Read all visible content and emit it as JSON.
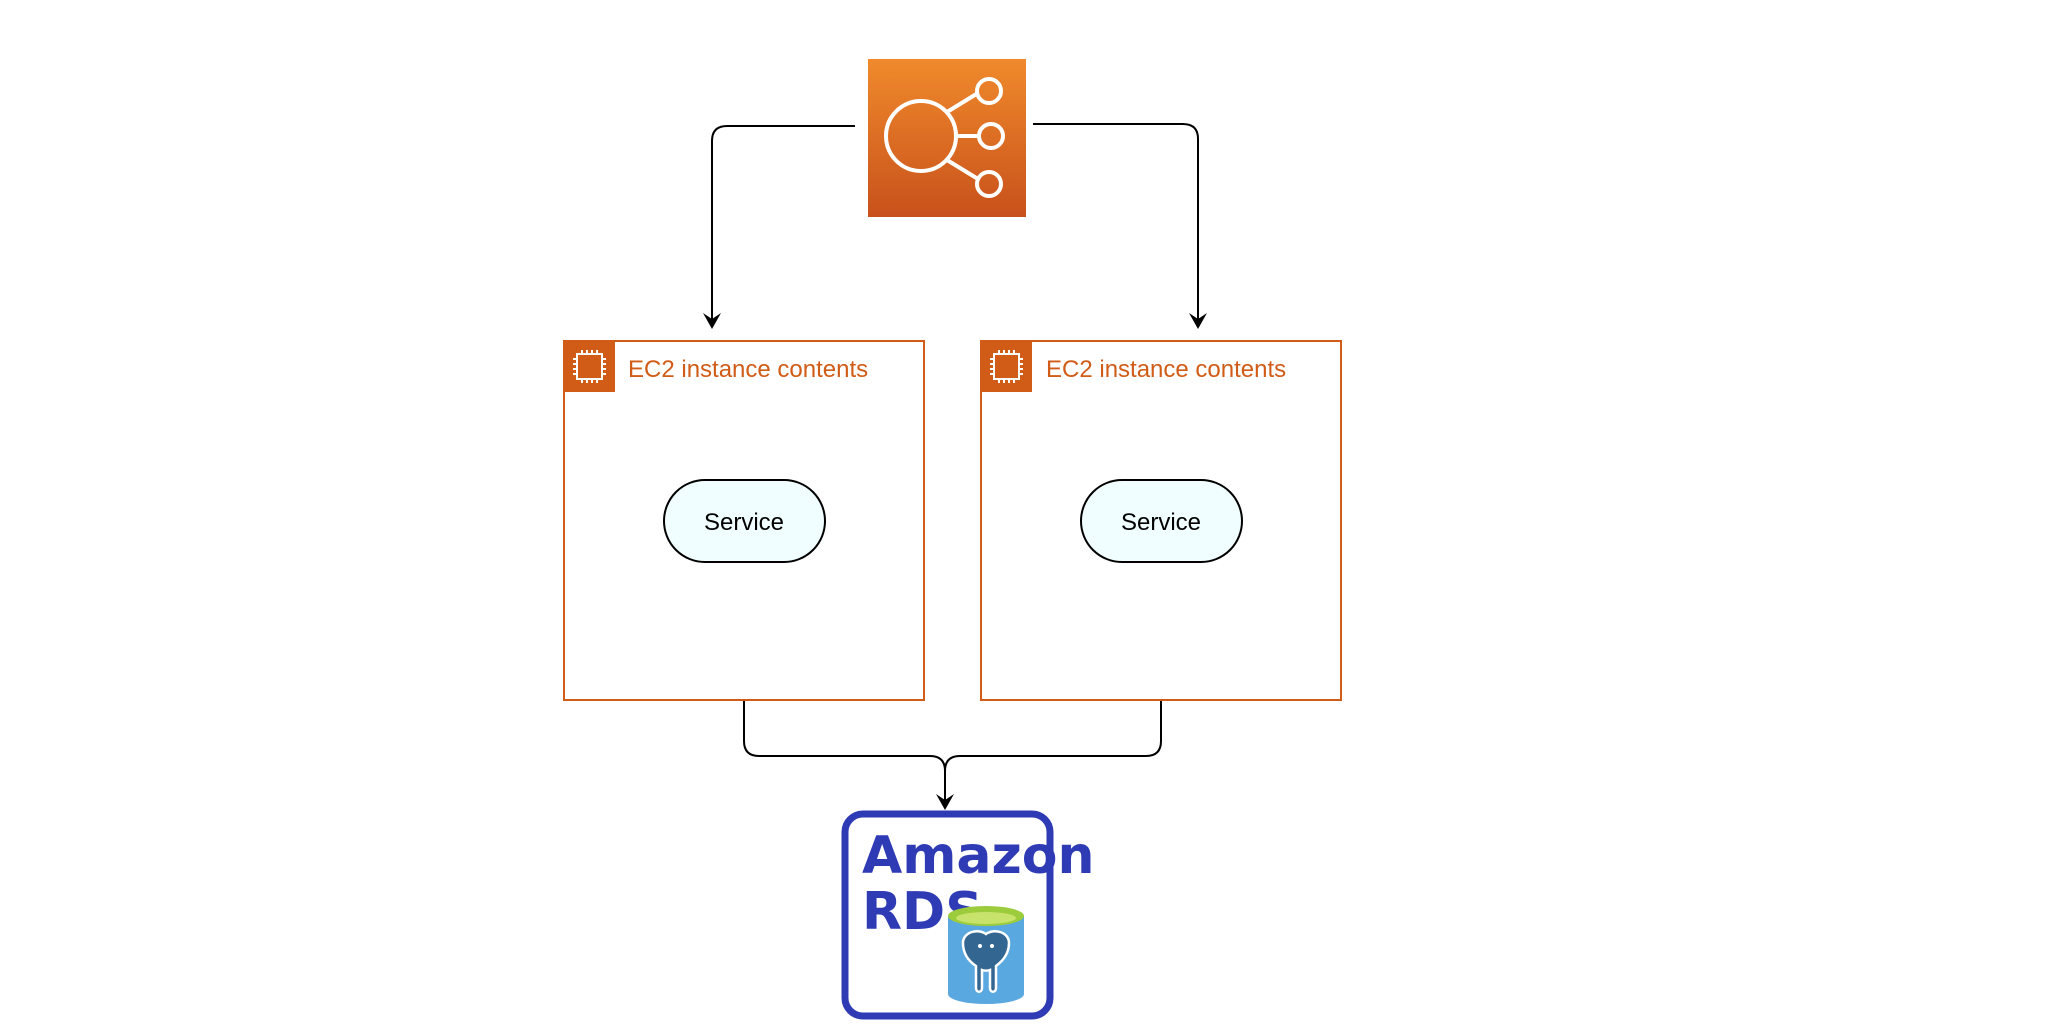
{
  "diagram": {
    "colors": {
      "accent_orange": "#D05C17",
      "elb_gradient_top": "#F08A2C",
      "elb_gradient_bottom": "#C8511B",
      "service_fill": "#F0FEFF",
      "rds_blue": "#2E3BB5",
      "cylinder_blue": "#5AA8E0",
      "cylinder_top_green": "#9CCB3B",
      "edge_color": "#000000"
    },
    "load_balancer": {
      "icon": "elastic-load-balancer-icon"
    },
    "instances": [
      {
        "title": "EC2 instance contents",
        "icon": "ec2-chip-icon",
        "service": {
          "label": "Service"
        }
      },
      {
        "title": "EC2 instance contents",
        "icon": "ec2-chip-icon",
        "service": {
          "label": "Service"
        }
      }
    ],
    "database": {
      "line1": "Amazon",
      "line2": "RDS",
      "icon": "postgresql-elephant-icon"
    }
  }
}
